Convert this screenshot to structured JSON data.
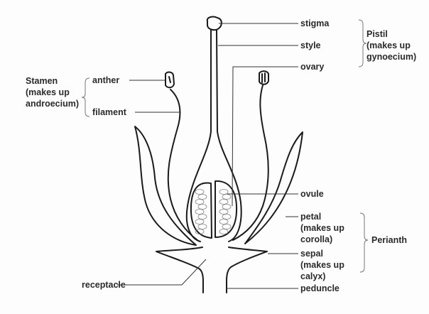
{
  "labels": {
    "stigma": "stigma",
    "style": "style",
    "ovary": "ovary",
    "ovule": "ovule",
    "anther": "anther",
    "filament": "filament",
    "petal": [
      "petal",
      "(makes up",
      "corolla)"
    ],
    "sepal": [
      "sepal",
      "(makes up",
      "calyx)"
    ],
    "peduncle": "peduncle",
    "receptacle": "receptacle"
  },
  "groups": {
    "pistil": [
      "Pistil",
      "(makes up",
      "gynoecium)"
    ],
    "stamen": [
      "Stamen",
      "(makes up",
      "androecium)"
    ],
    "perianth": "Perianth"
  }
}
